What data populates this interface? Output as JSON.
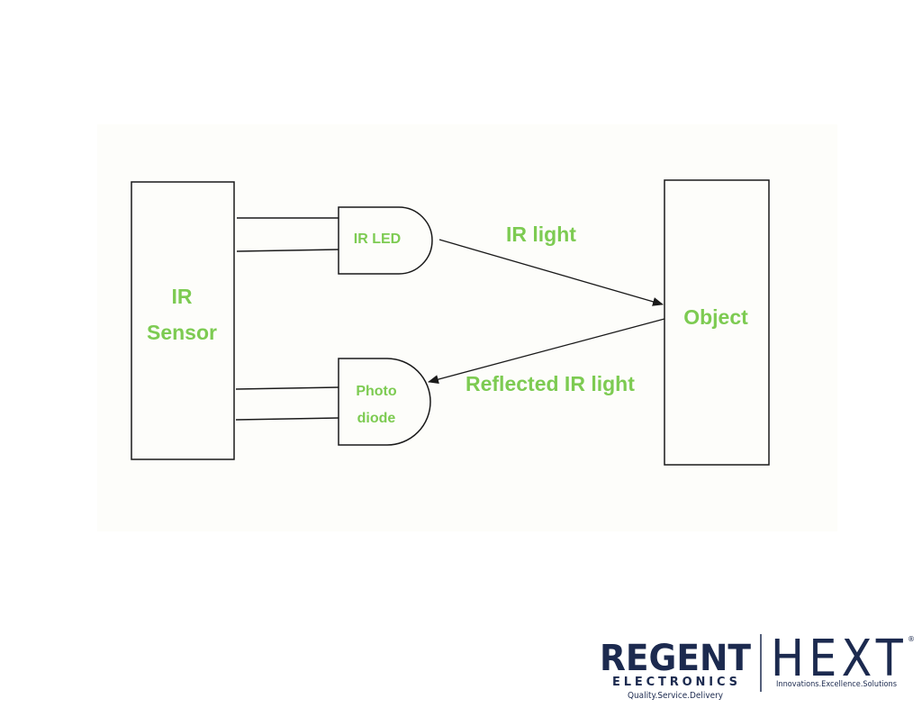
{
  "diagram": {
    "nodes": {
      "sensor": {
        "line1": "IR",
        "line2": "Sensor"
      },
      "led": {
        "label": "IR LED"
      },
      "photodiode": {
        "line1": "Photo",
        "line2": "diode"
      },
      "object": {
        "label": "Object"
      }
    },
    "edges": {
      "emitted": {
        "label": "IR light"
      },
      "reflected": {
        "label": "Reflected IR light"
      }
    },
    "colors": {
      "label": "#7dcb52",
      "stroke": "#1a1a1a",
      "logo_navy": "#1c2a4f"
    }
  },
  "logo": {
    "regent": "REGENT",
    "electronics": "ELECTRONICS",
    "regent_tagline": "Quality.Service.Delivery",
    "hext": "HEXT",
    "hext_tagline": "Innovations.Excellence.Solutions",
    "registered": "®"
  }
}
